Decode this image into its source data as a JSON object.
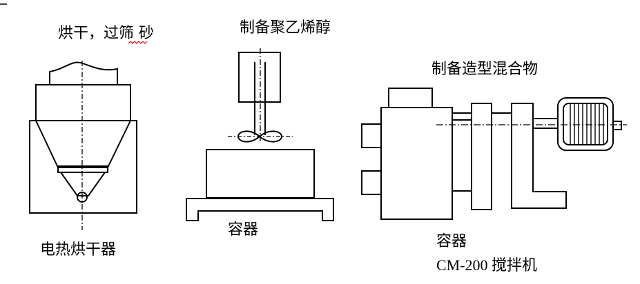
{
  "labels": {
    "dry_sieve_sand": "烘干，过筛 砂",
    "prepare_pva": "制备聚乙烯醇",
    "prepare_molding_mixture": "制备造型混合物",
    "container_middle": "容器",
    "electric_dryer": "电热烘干器",
    "container_right": "容器",
    "cm200_mixer": "CM-200 搅拌机"
  }
}
